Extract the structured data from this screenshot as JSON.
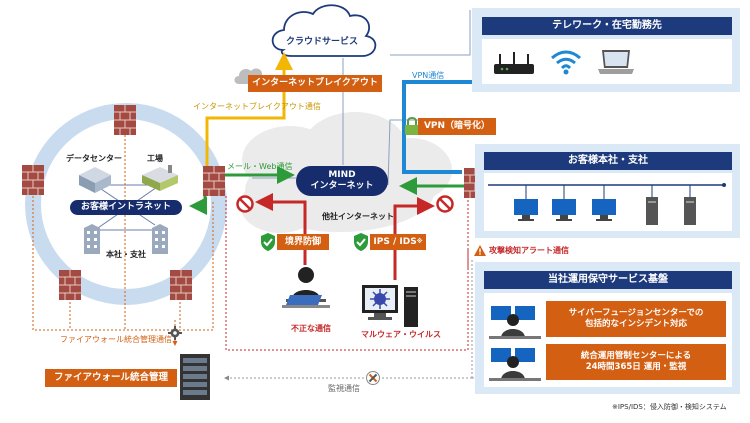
{
  "cloud": {
    "label": "クラウドサービス"
  },
  "breakout": {
    "label": "インターネットブレイクアウト",
    "comm_label": "インターネットブレイクアウト通信"
  },
  "mail_web": {
    "label": "メール・Web通信"
  },
  "vpn": {
    "comm_label": "VPN通信",
    "label": "VPN（暗号化）"
  },
  "mind": {
    "line1": "MIND",
    "line2": "インターネット",
    "other_label": "他社インターネット"
  },
  "intranet": {
    "label": "お客様イントラネット",
    "datacenter": "データセンター",
    "factory": "工場",
    "branch": "本社・支社"
  },
  "security": {
    "boundary": "境界防御",
    "ips": "IPS / IDS",
    "ips_mark": "※"
  },
  "threats": {
    "unauthorized": "不正な通信",
    "malware": "マルウェア・ウイルス"
  },
  "telework": {
    "title": "テレワーク・在宅勤務先"
  },
  "hq": {
    "title": "お客様本社・支社"
  },
  "alert": {
    "label": "攻撃検知アラート通信"
  },
  "ops": {
    "title": "当社運用保守サービス基盤",
    "service1_line1": "サイバーフュージョンセンターでの",
    "service1_line2": "包括的なインシデント対応",
    "service2_line1": "統合運用管制センターによる",
    "service2_line2": "24時間365日 運用・監視"
  },
  "fw_mgmt": {
    "comm_label": "ファイアウォール統合管理通信",
    "label": "ファイアウォール統合管理"
  },
  "monitor": {
    "label": "監視通信"
  },
  "footnote": "※IPS/IDS：侵入防御・検知システム",
  "colors": {
    "navy": "#172c6c",
    "panel_head": "#1d3a7c",
    "orange": "#d35f12",
    "green": "#2e9b3a",
    "blue": "#1e88d4",
    "yellow": "#f2b705",
    "red": "#c62828",
    "ring": "#c9dcef",
    "panel": "#dbe8f5"
  }
}
